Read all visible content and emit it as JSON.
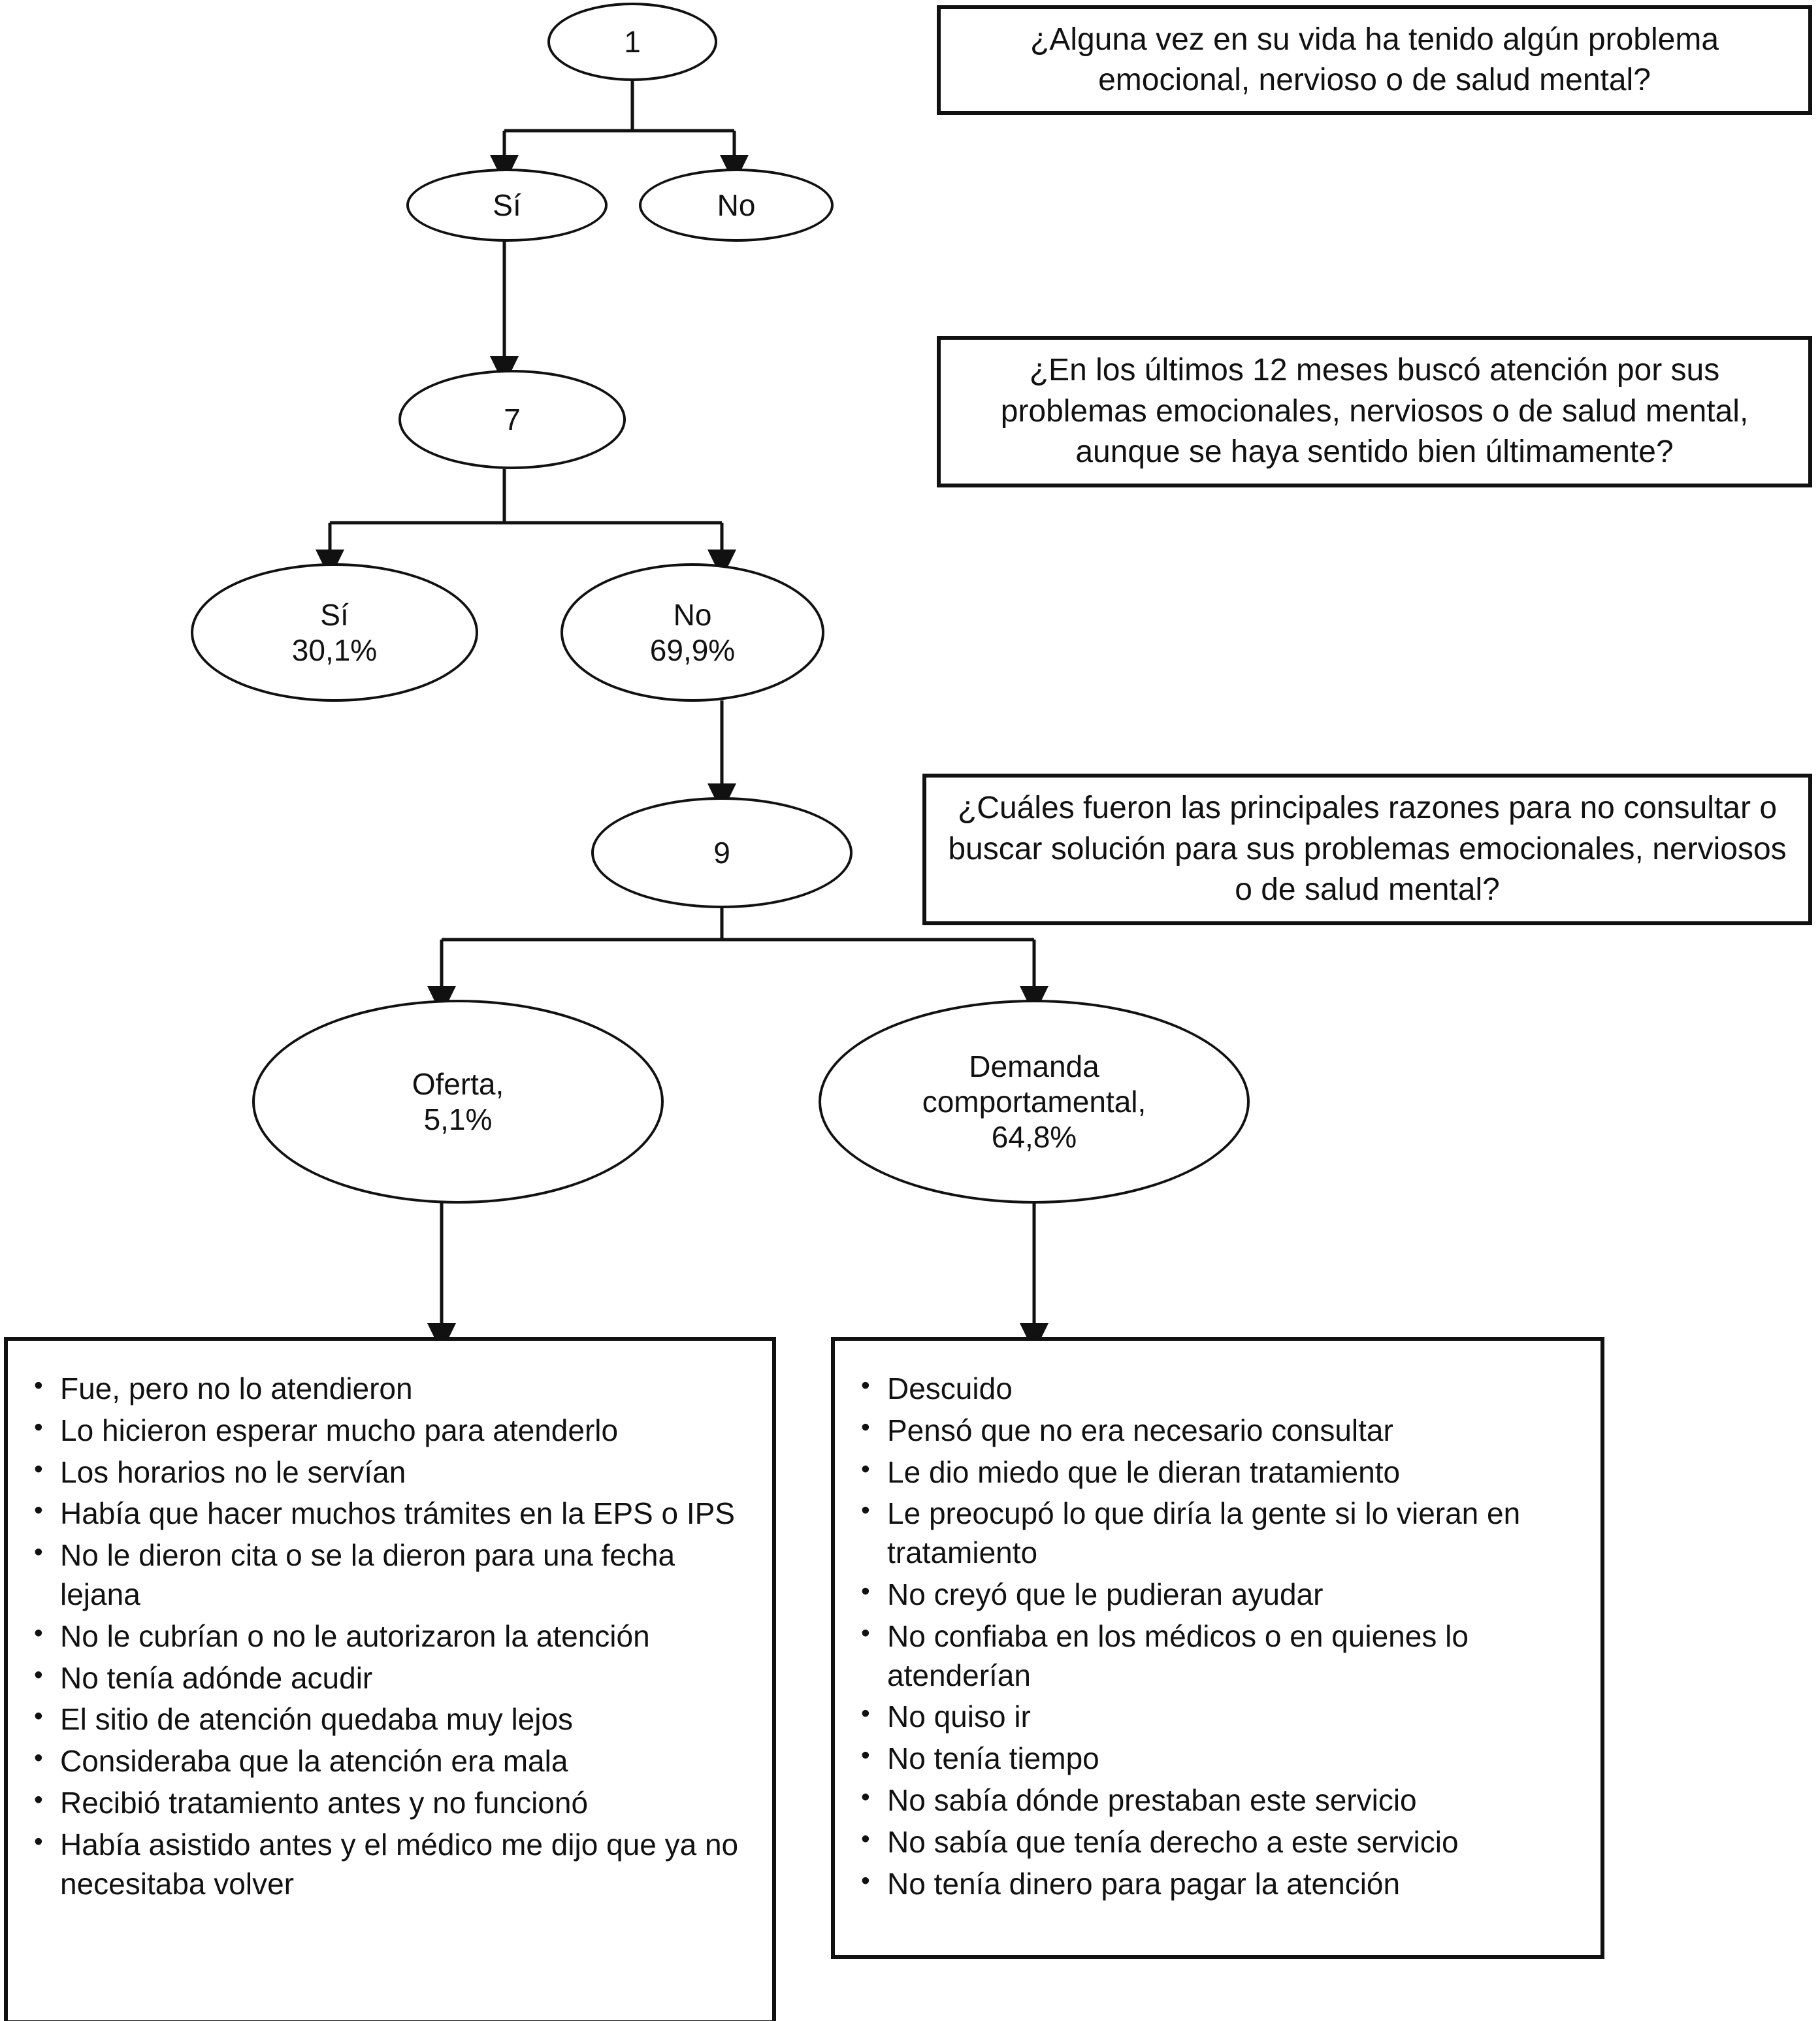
{
  "diagram": {
    "title": "Flujograma de atencion en salud mental",
    "stroke_color": "#111111",
    "background_color": "#ffffff",
    "nodes": [
      {
        "id": "n1",
        "label": "1"
      },
      {
        "id": "n1_si",
        "label": "Sí"
      },
      {
        "id": "n1_no",
        "label": "No"
      },
      {
        "id": "n7",
        "label": "7"
      },
      {
        "id": "n7_si_label",
        "label": "Sí",
        "value": "30,1%"
      },
      {
        "id": "n7_no_label",
        "label": "No",
        "value": "69,9%"
      },
      {
        "id": "n9",
        "label": "9"
      },
      {
        "id": "oferta",
        "label": "Oferta,",
        "value": "5,1%"
      },
      {
        "id": "demanda",
        "label1": "Demanda",
        "label2": "comportamental,",
        "value": "64,8%"
      }
    ],
    "questions": [
      {
        "id": "q1",
        "text": "¿Alguna vez en su vida ha tenido algún problema emocional, nervioso o de salud mental?"
      },
      {
        "id": "q7",
        "text": "¿En los últimos 12 meses buscó atención por sus problemas emocionales, nerviosos o de salud mental, aunque se haya sentido bien últimamente?"
      },
      {
        "id": "q9",
        "text": "¿Cuáles fueron las principales razones para no consultar o buscar solución para sus problemas emocionales, nerviosos o de salud mental?"
      }
    ],
    "oferta_list": {
      "bullet": "•",
      "items": [
        "Fue, pero no lo atendieron",
        "Lo hicieron esperar mucho para atenderlo",
        "Los horarios no le servían",
        "Había que hacer muchos trámites en la EPS o IPS",
        "No le dieron cita o se la dieron para una fecha lejana",
        "No le cubrían o no le autorizaron la atención",
        "No tenía adónde acudir",
        "El sitio de atención quedaba muy lejos",
        "Consideraba que la atención era mala",
        "Recibió tratamiento antes y no funcionó",
        "Había asistido antes y el médico me dijo que ya no necesitaba volver"
      ]
    },
    "demanda_list": {
      "bullet": "•",
      "items": [
        "Descuido",
        "Pensó que no era necesario consultar",
        "Le dio miedo que le dieran tratamiento",
        "Le preocupó lo que diría la gente si lo vieran en tratamiento",
        "No creyó que le pudieran ayudar",
        "No confiaba en los médicos o en quienes lo atenderían",
        "No quiso ir",
        "No tenía tiempo",
        "No sabía dónde prestaban este servicio",
        "No sabía que tenía derecho a este servicio",
        "No tenía dinero para pagar la atención"
      ]
    }
  }
}
